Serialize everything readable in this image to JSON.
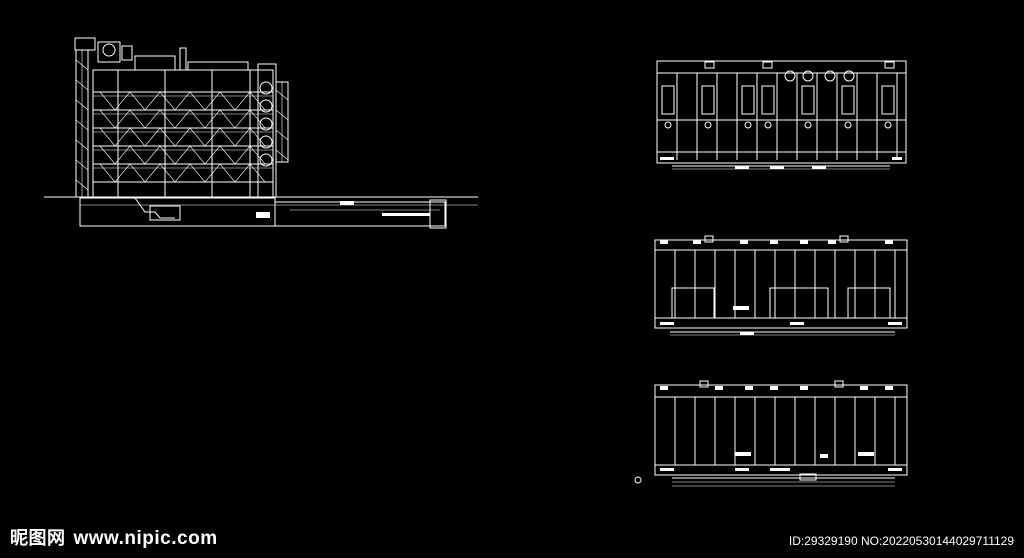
{
  "watermark": {
    "brand": "昵图网",
    "site": "www.nipic.com"
  },
  "id_line": "ID:29329190 NO:20220530144029711129",
  "colors": {
    "background": "#000000",
    "line": "#ffffff"
  },
  "drawings": [
    {
      "name": "section-elevation-drawing"
    },
    {
      "name": "plan-upper-drawing"
    },
    {
      "name": "plan-middle-drawing"
    },
    {
      "name": "plan-lower-drawing"
    }
  ]
}
